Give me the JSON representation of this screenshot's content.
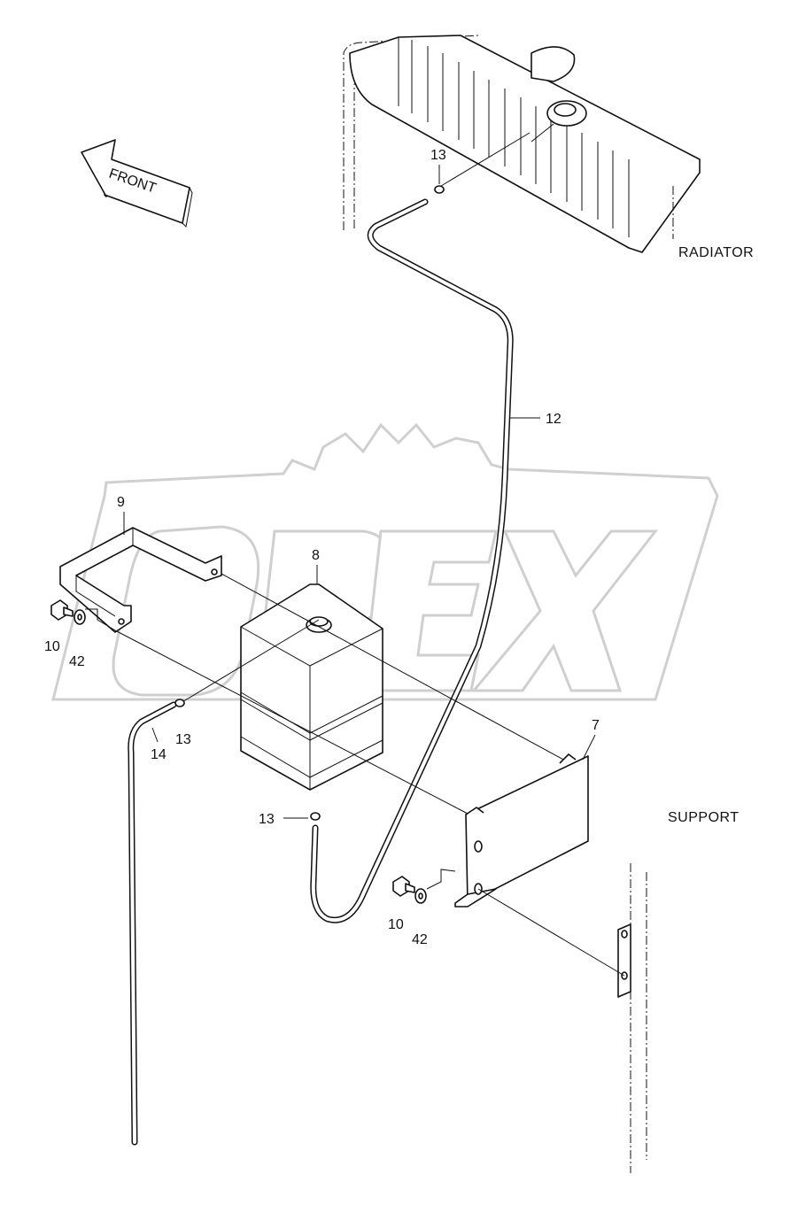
{
  "diagram": {
    "direction_label": "FRONT",
    "components": {
      "radiator": "RADIATOR",
      "support": "SUPPORT"
    },
    "watermark": "OPEX",
    "callouts": {
      "c13_top": "13",
      "c12": "12",
      "c9": "9",
      "c8": "8",
      "c10_left": "10",
      "c42_left": "42",
      "c13_mid": "13",
      "c14": "14",
      "c7": "7",
      "c13_low": "13",
      "c10_right": "10",
      "c42_right": "42"
    }
  }
}
